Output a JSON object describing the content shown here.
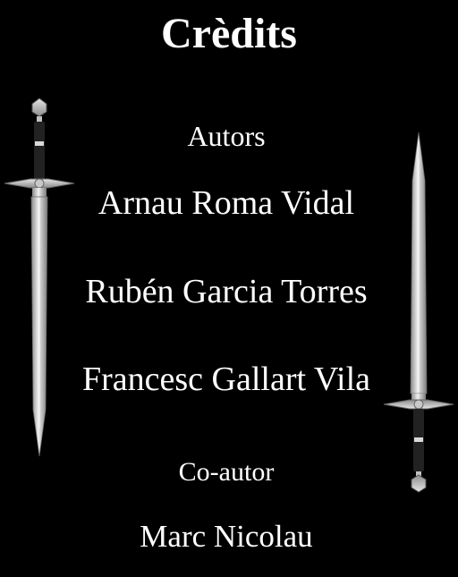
{
  "screen": {
    "title": "Crèdits",
    "background_color": "#000000",
    "text_color": "#ffffff"
  },
  "sections": {
    "authors": {
      "label": "Autors",
      "names": [
        "Arnau Roma Vidal",
        "Rubén Garcia Torres",
        "Francesc Gallart Vila"
      ]
    },
    "coauthor": {
      "label": "Co-autor",
      "name": "Marc Nicolau"
    }
  },
  "decorations": {
    "left": "sword-point-down-icon",
    "right": "sword-point-up-icon"
  }
}
